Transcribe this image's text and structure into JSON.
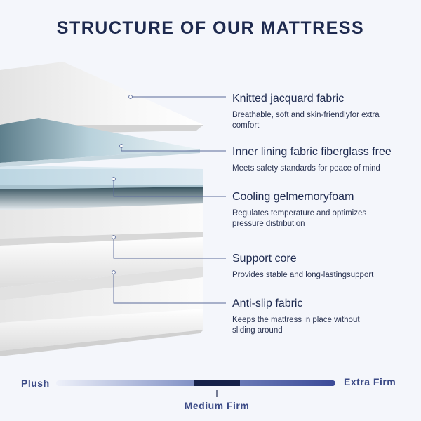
{
  "title": "STRUCTURE OF OUR MATTRESS",
  "layers": [
    {
      "name": "Knitted jacquard fabric",
      "desc": "Breathable, soft and skin-friendlyfor extra comfort"
    },
    {
      "name": "Inner lining fabric fiberglass free",
      "desc": "Meets safety standards for peace of mind"
    },
    {
      "name": "Cooling gelmemoryfoam",
      "desc": "Regulates temperature and optimizes pressure distribution"
    },
    {
      "name": "Support core",
      "desc": "Provides stable and long-lastingsupport"
    },
    {
      "name": "Anti-slip fabric",
      "desc": "Keeps the mattress in place without sliding around"
    }
  ],
  "firmness": {
    "left_label": "Plush",
    "right_label": "Extra Firm",
    "marker_label": "Medium Firm"
  },
  "colors": {
    "title": "#1e2a4f",
    "accent": "#3b4a86",
    "gel": "#d6e6f0",
    "bar_dark": "#17224a"
  }
}
